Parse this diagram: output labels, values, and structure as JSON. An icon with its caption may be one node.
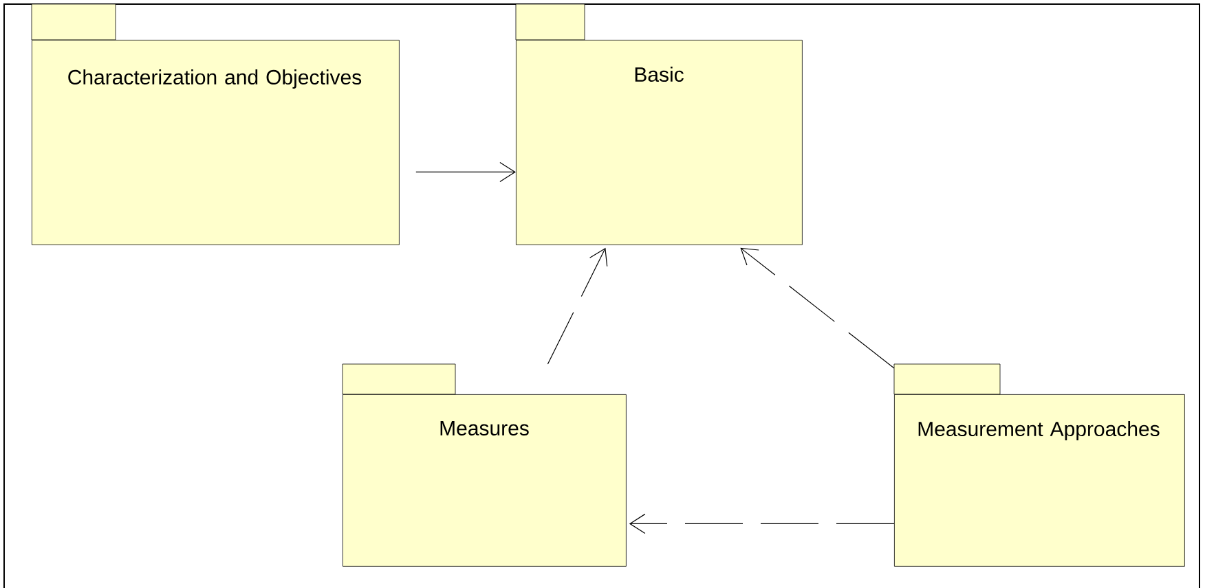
{
  "diagram": {
    "nodes": [
      {
        "text": [
          "Characterization and Objectives"
        ]
      },
      {
        "text": [
          "Basic"
        ]
      },
      {
        "text": [
          "Measures"
        ]
      },
      {
        "text": [
          "Measurement Approaches"
        ]
      }
    ],
    "edges": [
      {
        "from": 0,
        "to": 1,
        "arrow": "to"
      },
      {
        "from": 2,
        "to": 1,
        "arrow": "to",
        "style": "dashed"
      },
      {
        "from": 3,
        "to": 1,
        "arrow": "to",
        "style": "dashed"
      },
      {
        "from": 3,
        "to": 2,
        "arrow": "to",
        "style": "dashed"
      }
    ]
  }
}
